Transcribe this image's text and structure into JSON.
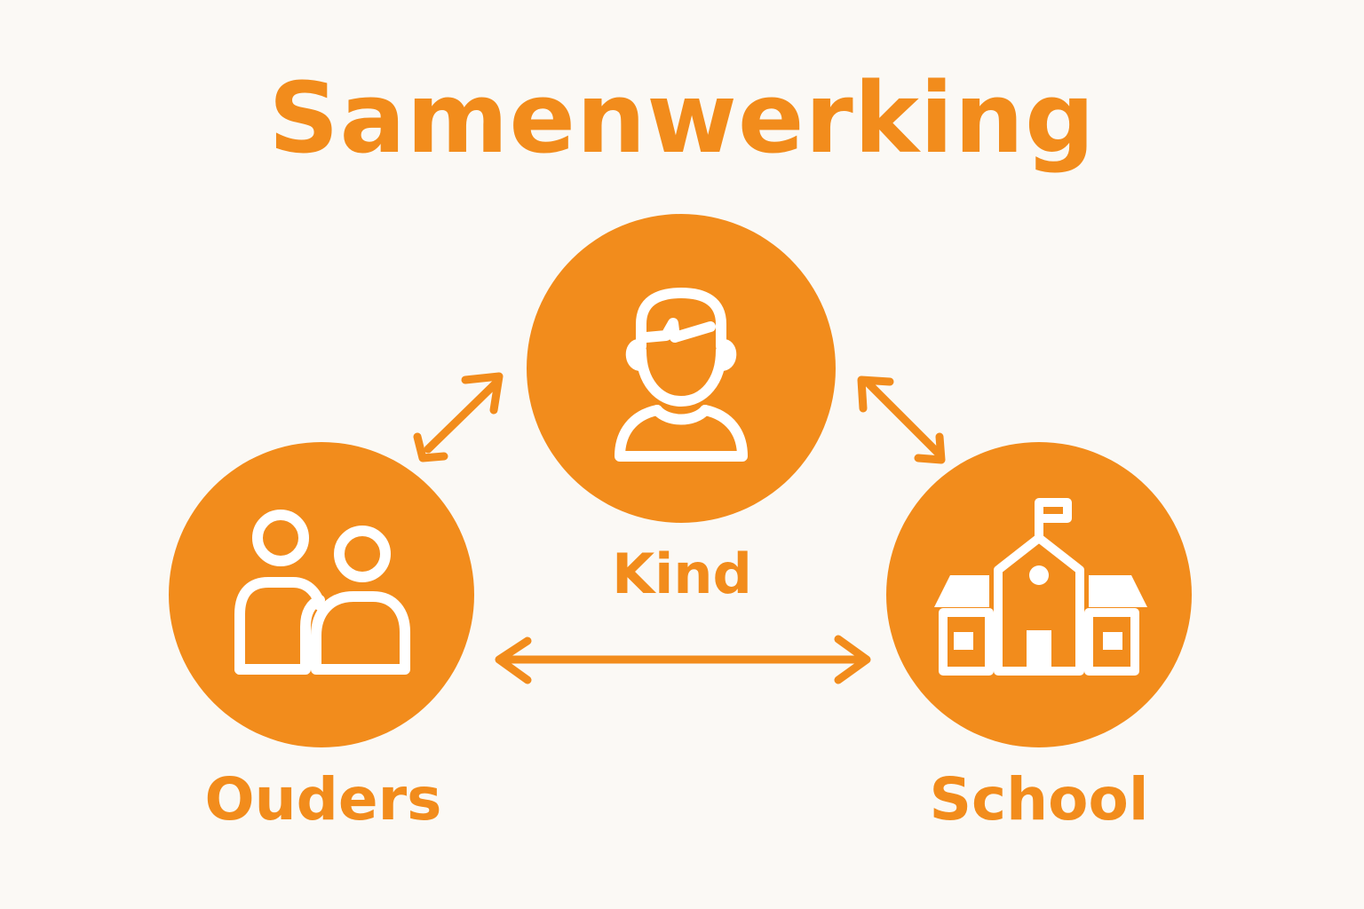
{
  "title": "Samenwerking",
  "nodes": {
    "kind": {
      "label": "Kind",
      "icon": "child-icon"
    },
    "ouders": {
      "label": "Ouders",
      "icon": "parents-icon"
    },
    "school": {
      "label": "School",
      "icon": "school-building-icon"
    }
  },
  "connections": [
    {
      "from": "ouders",
      "to": "kind",
      "type": "double-arrow"
    },
    {
      "from": "kind",
      "to": "school",
      "type": "double-arrow"
    },
    {
      "from": "ouders",
      "to": "school",
      "type": "double-arrow"
    }
  ],
  "colors": {
    "accent": "#F28C1C",
    "background": "#FBF9F5",
    "icon": "#FFFFFF"
  }
}
